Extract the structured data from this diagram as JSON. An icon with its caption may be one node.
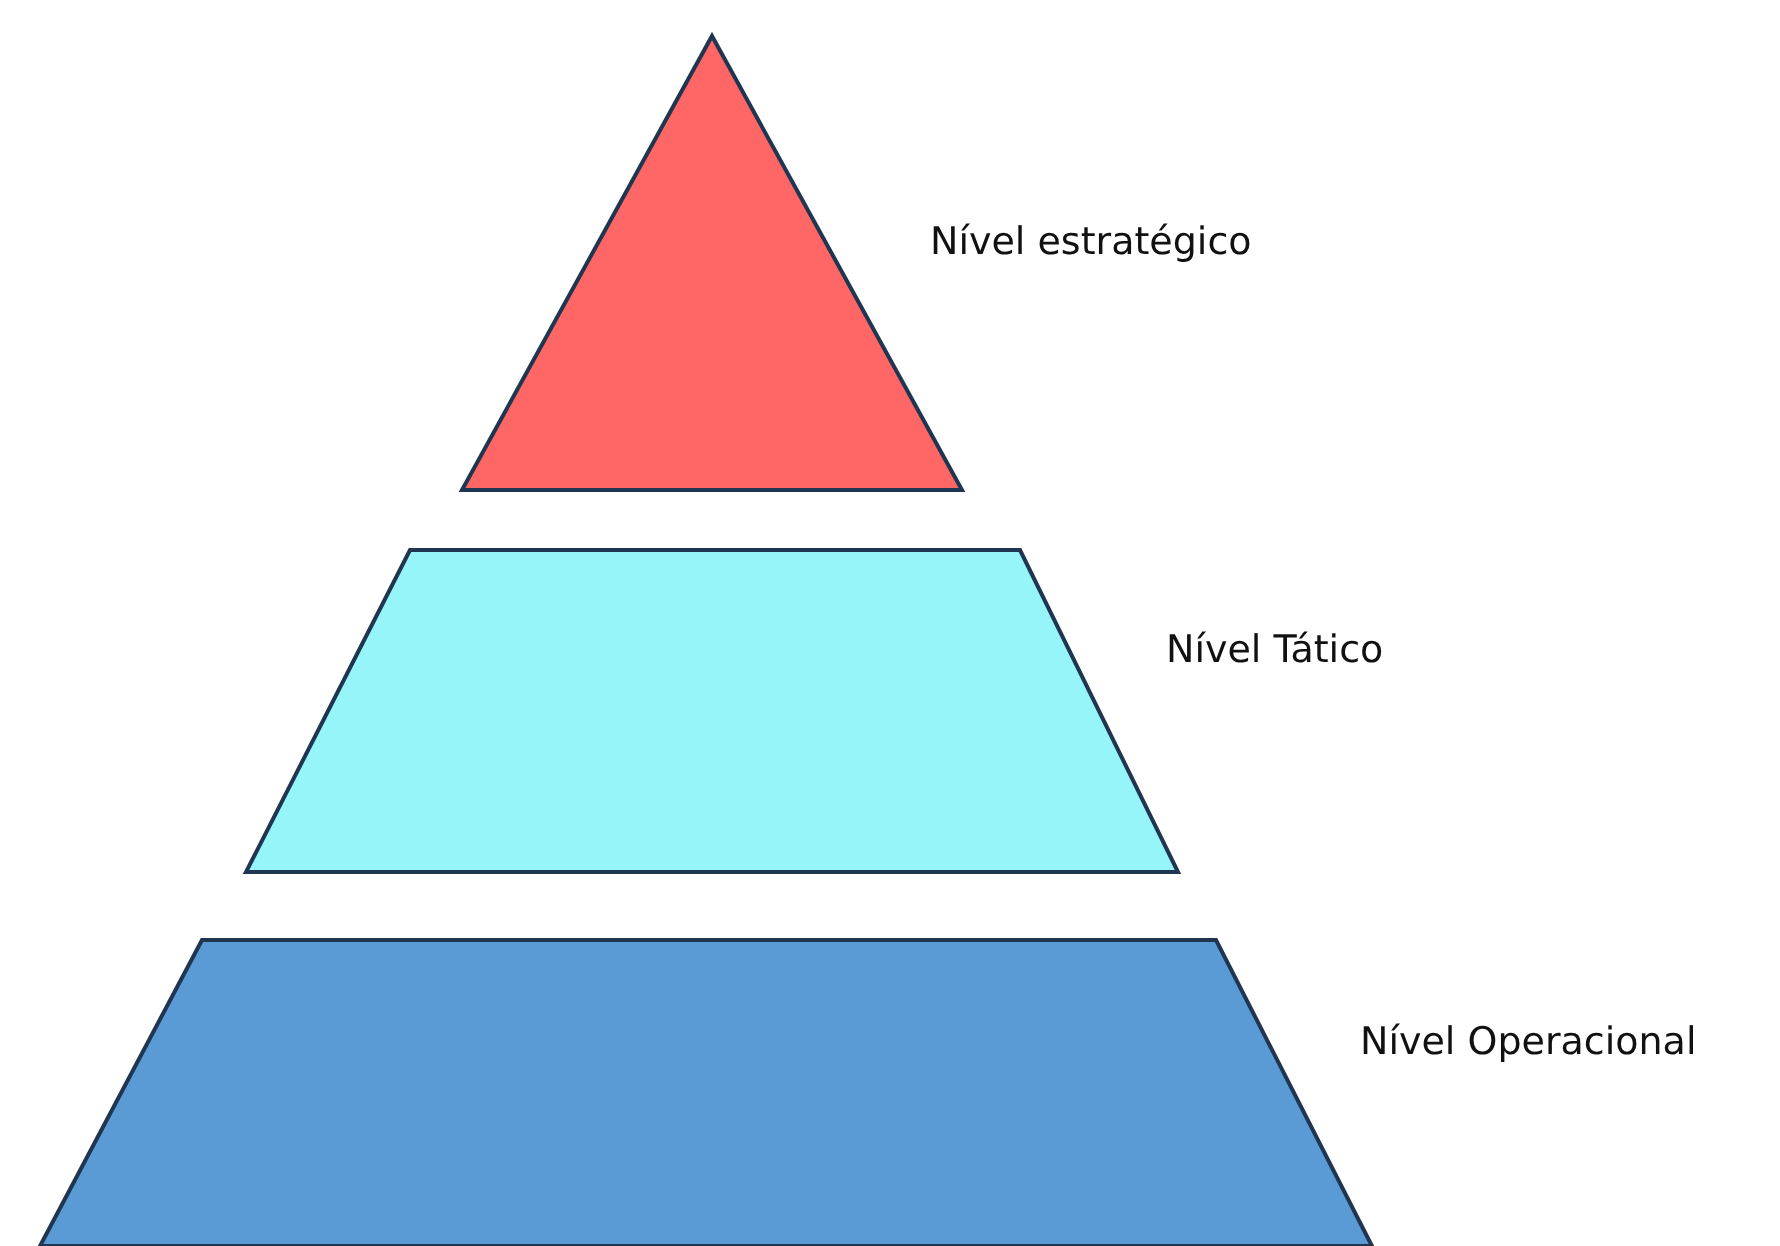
{
  "diagram": {
    "nodes": [
      {
        "text": [],
        "shape": "triangle",
        "beside": [
          "Nível estratégico"
        ]
      },
      {
        "text": [],
        "shape": "trapezoid",
        "beside": [
          "Nível Tático"
        ]
      },
      {
        "text": [],
        "shape": "trapezoid",
        "beside": [
          "Nível Operacional"
        ]
      }
    ]
  }
}
